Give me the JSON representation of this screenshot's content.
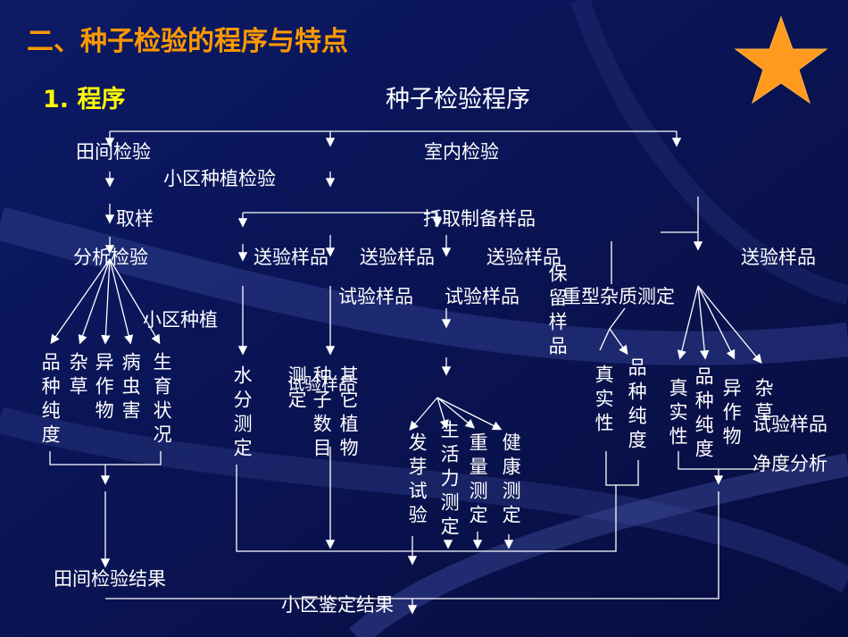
{
  "colors": {
    "background": "#0a1250",
    "title": "#ff9900",
    "subtitle": "#ffff00",
    "text": "#ffffff",
    "star": "#ff9a1f"
  },
  "slide_title": "二、种子检验的程序与特点",
  "section_label": "1.  程序",
  "diagram_title": "种子检验程序",
  "nodes": {
    "field_inspection": "田间检验",
    "indoor_inspection": "室内检验",
    "plot_plant_inspection": "小区种植检验",
    "sampling": "取样",
    "subsample_prep": "扦取制备样品",
    "analysis_inspection": "分析检验",
    "sent_sample_1": "送验样品",
    "sent_sample_2": "送验样品",
    "sent_sample_3": "送验样品",
    "sent_sample_4": "送验样品",
    "test_sample_1": "试验样品",
    "test_sample_2": "试验样品",
    "heavy_weed_test": "重型杂质测定",
    "plot_planting": "小区种植",
    "retained_sample": "保留样品",
    "variety_purity": "品种纯度",
    "weeds": "杂草",
    "other_crops": "异作物",
    "pests": "病虫害",
    "growth_status": "生育状况",
    "moisture_test": "水分测定",
    "count_test": "测定",
    "other_seed_count_a": "种子数目",
    "other_seed_count_b": "其它植物",
    "overlap_test_sample": "试验样品",
    "germination": "发芽试验",
    "viability": "生活力测定",
    "weight": "重量测定",
    "health": "健康测定",
    "authenticity_1": "真实性",
    "variety_purity_2": "品种纯度",
    "authenticity_2": "真实性",
    "variety_purity_3": "品种纯度",
    "other_crops_2": "异作物",
    "weed_2": "杂草",
    "test_sample_3": "试验样品",
    "purity_analysis": "净度分析",
    "field_result": "田间检验结果",
    "plot_result": "小区鉴定结果"
  }
}
